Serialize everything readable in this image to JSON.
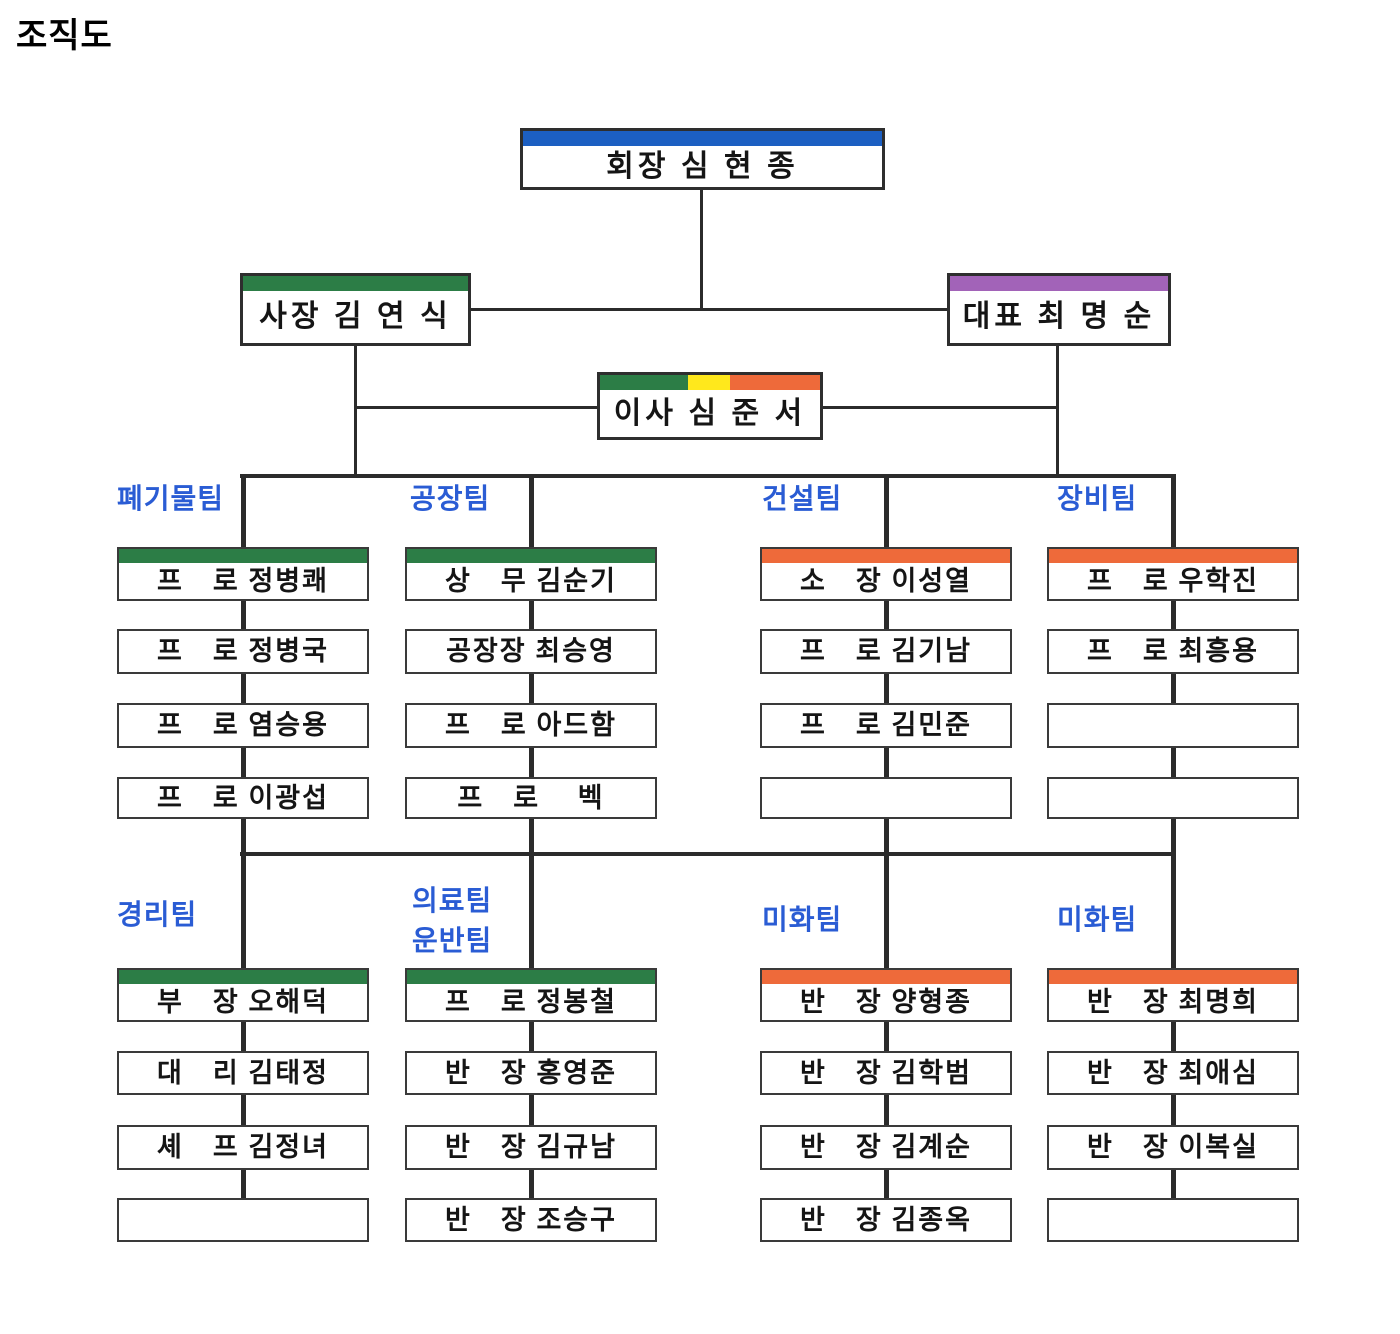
{
  "page_title": "조직도",
  "colors": {
    "chairman_bar": "#1c5fc2",
    "green_bar": "#2c7d46",
    "purple_bar": "#a263b8",
    "orange_bar": "#ee6a3a",
    "yellow_bar": "#ffe81c",
    "team_label": "#2a5cd4",
    "line": "#2b2b2b"
  },
  "executives": {
    "chairman": "회장 심 현 종",
    "president": "사장 김 연 식",
    "ceo": "대표 최 명 순",
    "director": "이사 심 준 서"
  },
  "upper_teams": [
    {
      "name": "폐기물팀",
      "members": [
        "프　로 정병쾌",
        "프　로 정병국",
        "프　로 염승용",
        "프　로 이광섭"
      ]
    },
    {
      "name": "공장팀",
      "members": [
        "상　무 김순기",
        "공장장 최승영",
        "프　로 아드함",
        "프　로　 벡"
      ]
    },
    {
      "name": "건설팀",
      "members": [
        "소　장 이성열",
        "프　로 김기남",
        "프　로 김민준",
        ""
      ]
    },
    {
      "name": "장비팀",
      "members": [
        "프　로 우학진",
        "프　로 최흥용",
        "",
        ""
      ]
    }
  ],
  "lower_teams": [
    {
      "name": "경리팀",
      "name2": "",
      "members": [
        "부　장 오해덕",
        "대　리 김태정",
        "셰　프 김정녀",
        ""
      ]
    },
    {
      "name": "의료팀",
      "name2": "운반팀",
      "members": [
        "프　로 정봉철",
        "반　장 홍영준",
        "반　장 김규남",
        "반　장 조승구"
      ]
    },
    {
      "name": "미화팀",
      "name2": "",
      "members": [
        "반　장 양형종",
        "반　장 김학범",
        "반　장 김계순",
        "반　장 김종옥"
      ]
    },
    {
      "name": "미화팀",
      "name2": "",
      "members": [
        "반　장 최명희",
        "반　장 최애심",
        "반　장 이복실",
        ""
      ]
    }
  ]
}
